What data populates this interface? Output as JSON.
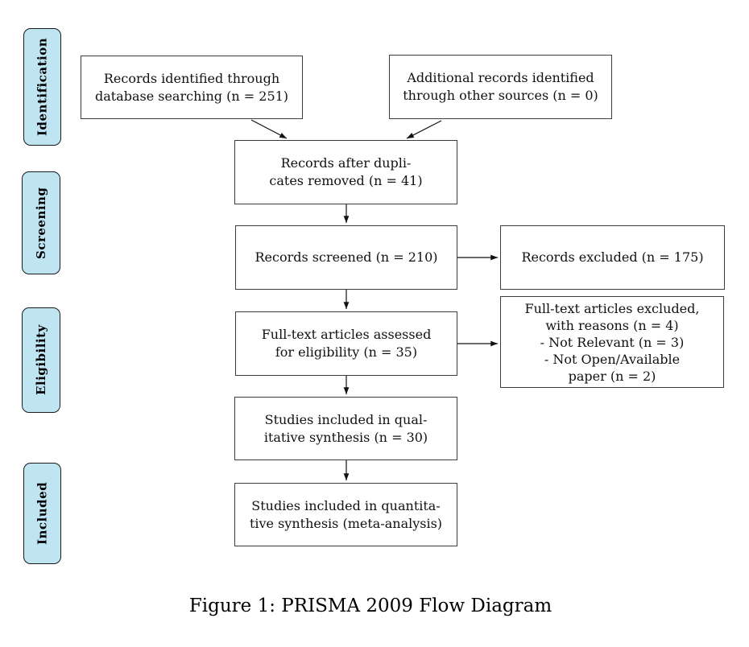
{
  "figure": {
    "caption": "Figure 1: PRISMA 2009 Flow Diagram"
  },
  "stages": [
    "Identification",
    "Screening",
    "Eligibility",
    "Included"
  ],
  "boxes": {
    "identified": {
      "lines": [
        "Records identified through",
        "database searching (n = 251)"
      ]
    },
    "additional": {
      "lines": [
        "Additional records identified",
        "through other sources (n = 0)"
      ]
    },
    "duplicates": {
      "lines": [
        "Records after dupli-",
        "cates removed (n = 41)"
      ]
    },
    "screened": {
      "lines": [
        "Records screened (n = 210)"
      ]
    },
    "excluded": {
      "lines": [
        "Records excluded (n = 175)"
      ]
    },
    "fulltext": {
      "lines": [
        "Full-text articles assessed",
        "for eligibility (n = 35)"
      ]
    },
    "fulltext_excluded": {
      "lines": [
        "Full-text articles excluded,",
        "with reasons (n = 4)",
        "- Not Relevant (n = 3)",
        "- Not Open/Available",
        "paper (n = 2)"
      ]
    },
    "qualitative": {
      "lines": [
        "Studies included in qual-",
        "itative synthesis (n = 30)"
      ]
    },
    "quantitative": {
      "lines": [
        "Studies included in quantita-",
        "tive synthesis (meta-analysis)"
      ]
    }
  },
  "colors": {
    "background": "#ffffff",
    "stage_fill": "#bfe5f3",
    "stage_border": "#1a1a1a",
    "box_border": "#3d3d3d",
    "arrow": "#111111",
    "text": "#111111"
  }
}
